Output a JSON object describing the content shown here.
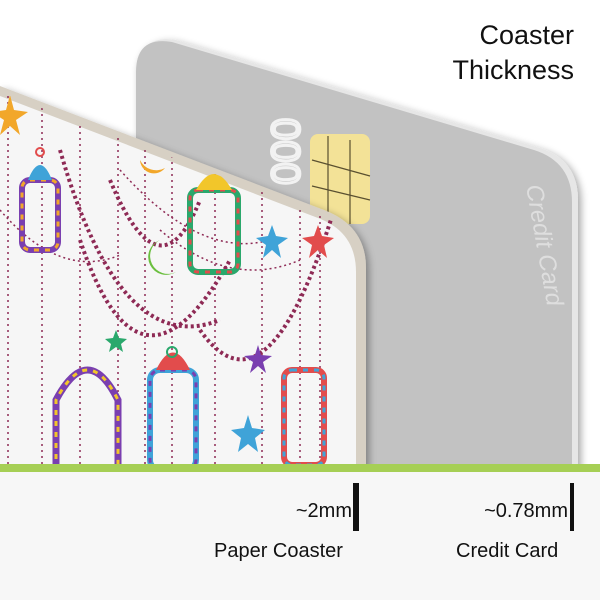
{
  "title": {
    "line1": "Coaster",
    "line2": "Thickness"
  },
  "credit_card": {
    "number_fragment": "000",
    "label": "Credit Card",
    "color": "#c2c2c2",
    "chip_color": "#f3e297"
  },
  "coaster": {
    "edge_color": "#d7d0c4",
    "pattern": "ramadan-lanterns-stars-crescents",
    "chain_color": "#8e2a55"
  },
  "divider_color": "#a6cf55",
  "measurements": [
    {
      "value": "~2mm",
      "label": "Paper Coaster"
    },
    {
      "value": "~0.78mm",
      "label": "Credit Card"
    }
  ]
}
